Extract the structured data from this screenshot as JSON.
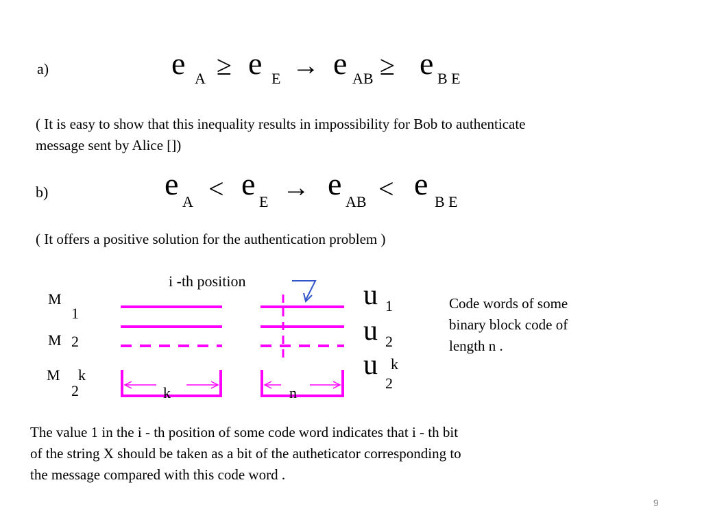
{
  "slide": {
    "page_number": "9",
    "formula_a": {
      "label": "a)",
      "terms": [
        {
          "base": "e",
          "sub": "A"
        },
        {
          "base": "e",
          "sub": "E"
        },
        {
          "base": "e",
          "sub": "AB"
        },
        {
          "base": "e",
          "sub": "B E"
        }
      ],
      "ops": [
        "≥",
        "→",
        "≥"
      ]
    },
    "note_a": "( It is easy to show that this inequality results in impossibility for Bob to authenticate message sent by Alice [])",
    "formula_b": {
      "label": "b)",
      "terms": [
        {
          "base": "e",
          "sub": "A"
        },
        {
          "base": "e",
          "sub": "E"
        },
        {
          "base": "e",
          "sub": "AB"
        },
        {
          "base": "e",
          "sub": "B E"
        }
      ],
      "ops": [
        "<",
        "→",
        "<"
      ]
    },
    "note_b": "( It offers a positive solution for the authentication problem )",
    "diagram": {
      "position_label": "i -th  position",
      "rows": [
        {
          "m": "M",
          "m_sub": "1",
          "m_sup": "",
          "u": "u",
          "u_sub": "1",
          "u_sup": ""
        },
        {
          "m": "M",
          "m_sub": "2",
          "m_sup": "",
          "u": "u",
          "u_sub": "2",
          "u_sup": ""
        },
        {
          "m": "M",
          "m_sub": "2",
          "m_sup": "k",
          "u": "u",
          "u_sub": "2",
          "u_sup": "k"
        }
      ],
      "k_label": "k",
      "n_label": "n",
      "side_note": "Code  words of some binary block  code of length n .",
      "line_color": "#ff00ff",
      "arrow_color": "#3355cc"
    },
    "footer_text": "The value 1 in the  i - th  position of some code  word indicates that  i - th  bit\n of the string X should be taken as a bit of the autheticator corresponding to\nthe message compared with this code word ."
  }
}
